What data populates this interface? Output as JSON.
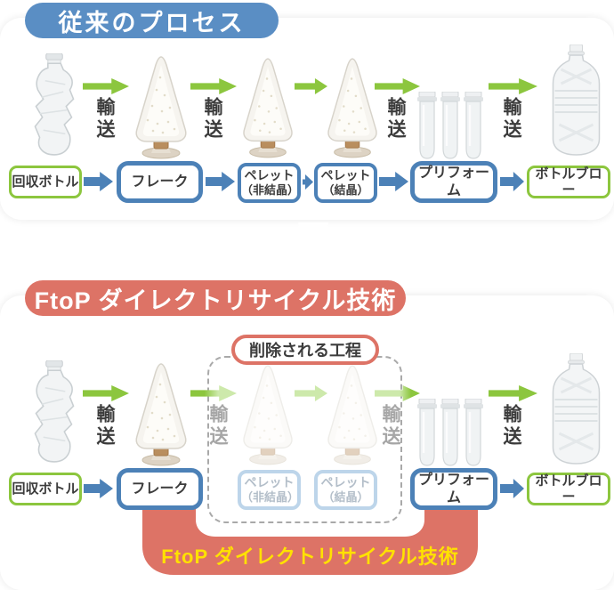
{
  "palette": {
    "badge_blue": "#5a8ec4",
    "badge_red": "#dd7366",
    "arrow_green": "#8cc63e",
    "arrow_green_faded": "#cde9ab",
    "arrow_blue": "#4c81b7",
    "box_green_border": "#8cc63e",
    "box_blue_border": "#4c81b7",
    "box_faded_border": "#bdd5ea",
    "text_dark": "#3c3c3c",
    "text_faded": "#b3bec9",
    "transport_gray": "#a6a6a6",
    "band_red": "#dd7366",
    "band_text_yellow": "#ffe100",
    "dashed_border_gray": "#a9a9a9"
  },
  "top_section": {
    "badge": "従来のプロセス",
    "transport": "輸送",
    "steps": [
      {
        "label": "回収ボトル"
      },
      {
        "label": "フレーク"
      },
      {
        "label": "ペレット",
        "sublabel": "（非結晶）"
      },
      {
        "label": "ペレット",
        "sublabel": "（結晶）"
      },
      {
        "label": "プリフォーム"
      },
      {
        "label": "ボトルブロー"
      }
    ]
  },
  "bottom_section": {
    "badge": "FtoP ダイレクトリサイクル技術",
    "transport": "輸送",
    "deleted_box_label": "削除される工程",
    "band_label": "FtoP ダイレクトリサイクル技術",
    "steps": [
      {
        "label": "回収ボトル"
      },
      {
        "label": "フレーク"
      },
      {
        "label": "ペレット",
        "sublabel": "（非結晶）"
      },
      {
        "label": "ペレット",
        "sublabel": "（結晶）"
      },
      {
        "label": "プリフォーム"
      },
      {
        "label": "ボトルブロー"
      }
    ]
  }
}
